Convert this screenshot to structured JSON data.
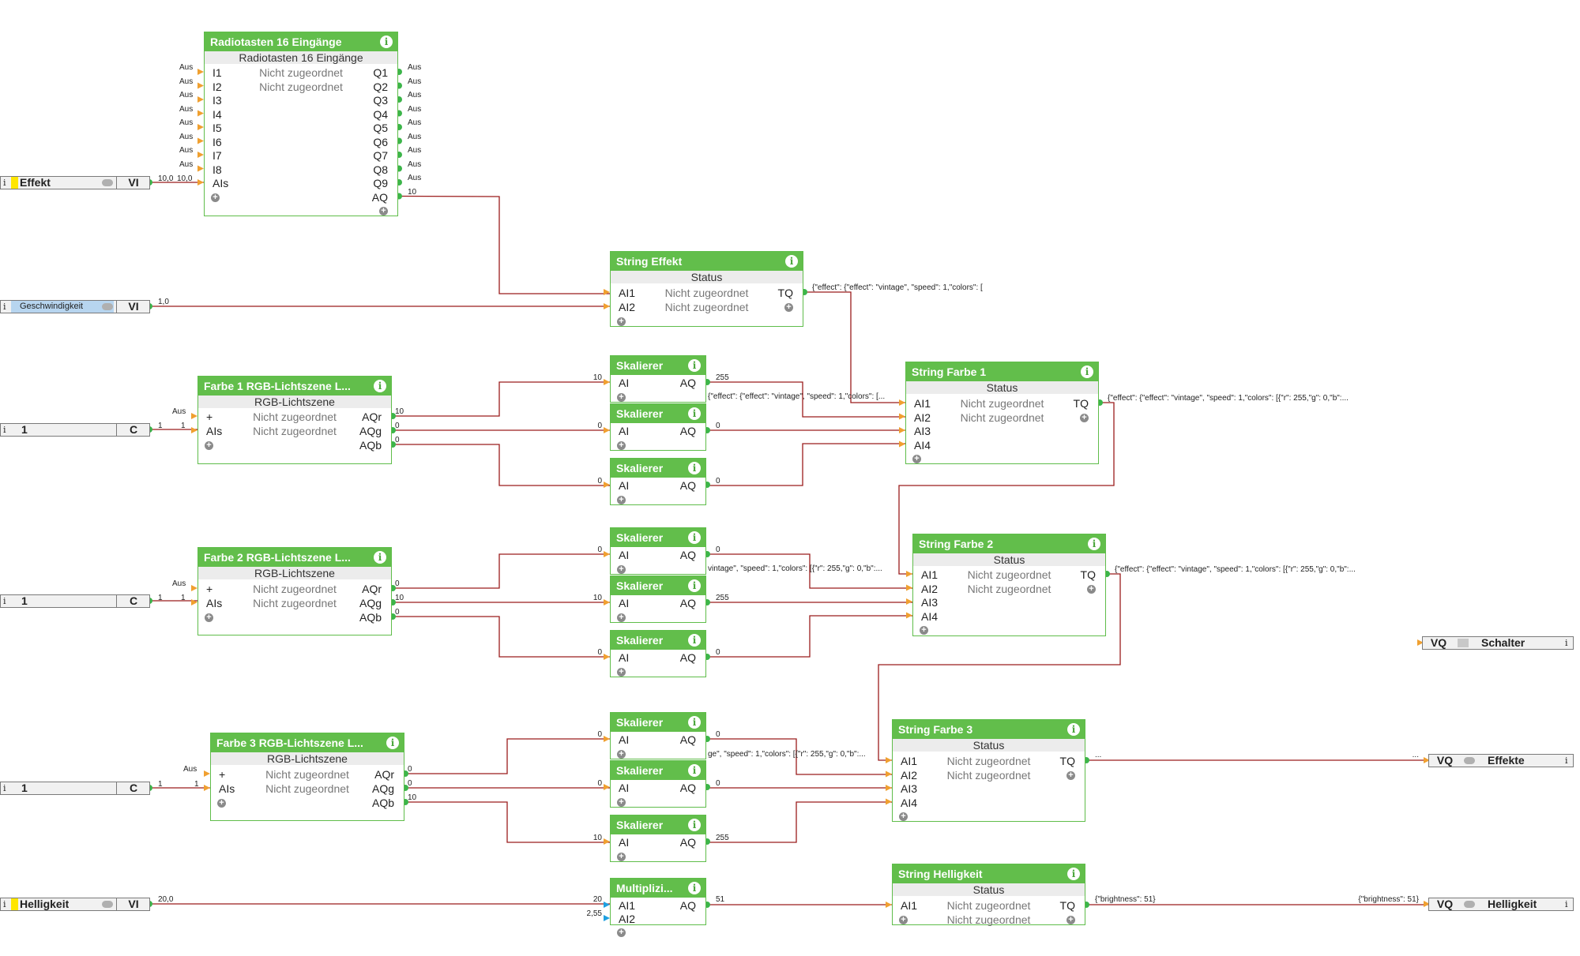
{
  "colors": {
    "accent": "#62be4b",
    "wire": "#9b1c1c",
    "header_text": "#ffffff",
    "yellow": "#ffe600",
    "blue": "#b7d5ef"
  },
  "blocks": {
    "radio": {
      "title": "Radiotasten 16 Eingänge",
      "subtitle": "Radiotasten 16 Eingänge",
      "inputs": [
        "I1",
        "I2",
        "I3",
        "I4",
        "I5",
        "I6",
        "I7",
        "I8",
        "AIs"
      ],
      "outputs": [
        "Q1",
        "Q2",
        "Q3",
        "Q4",
        "Q5",
        "Q6",
        "Q7",
        "Q8",
        "Q9",
        "AQ"
      ],
      "assign": [
        "Nicht zugeordnet",
        "Nicht zugeordnet"
      ]
    },
    "seffekt": {
      "title": "String Effekt",
      "subtitle": "Status",
      "inputs": [
        "AI1",
        "AI2"
      ],
      "outputs": [
        "TQ"
      ],
      "assign": [
        "Nicht zugeordnet",
        "Nicht zugeordnet"
      ]
    },
    "f1": {
      "title": "Farbe 1 RGB-Lichtszene L...",
      "subtitle": "RGB-Lichtszene",
      "inputs": [
        "+",
        "AIs"
      ],
      "outputs": [
        "AQr",
        "AQg",
        "AQb"
      ],
      "assign": [
        "Nicht zugeordnet",
        "Nicht zugeordnet"
      ]
    },
    "f2": {
      "title": "Farbe 2 RGB-Lichtszene L...",
      "subtitle": "RGB-Lichtszene",
      "inputs": [
        "+",
        "AIs"
      ],
      "outputs": [
        "AQr",
        "AQg",
        "AQb"
      ],
      "assign": [
        "Nicht zugeordnet",
        "Nicht zugeordnet"
      ]
    },
    "f3": {
      "title": "Farbe 3 RGB-Lichtszene L...",
      "subtitle": "RGB-Lichtszene",
      "inputs": [
        "+",
        "AIs"
      ],
      "outputs": [
        "AQr",
        "AQg",
        "AQb"
      ],
      "assign": [
        "Nicht zugeordnet",
        "Nicht zugeordnet"
      ]
    },
    "sf1": {
      "title": "String Farbe 1",
      "subtitle": "Status",
      "inputs": [
        "AI1",
        "AI2",
        "AI3",
        "AI4"
      ],
      "outputs": [
        "TQ"
      ],
      "assign": [
        "Nicht zugeordnet",
        "Nicht zugeordnet"
      ]
    },
    "sf2": {
      "title": "String Farbe 2",
      "subtitle": "Status",
      "inputs": [
        "AI1",
        "AI2",
        "AI3",
        "AI4"
      ],
      "outputs": [
        "TQ"
      ],
      "assign": [
        "Nicht zugeordnet",
        "Nicht zugeordnet"
      ]
    },
    "sf3": {
      "title": "String Farbe 3",
      "subtitle": "Status",
      "inputs": [
        "AI1",
        "AI2",
        "AI3",
        "AI4"
      ],
      "outputs": [
        "TQ"
      ],
      "assign": [
        "Nicht zugeordnet",
        "Nicht zugeordnet"
      ]
    },
    "shell": {
      "title": "String Helligkeit",
      "subtitle": "Status",
      "inputs": [
        "AI1"
      ],
      "outputs": [
        "TQ"
      ],
      "assign": [
        "Nicht zugeordnet",
        "Nicht zugeordnet"
      ]
    },
    "mult": {
      "title": "Multiplizi...",
      "inputs": [
        "AI1",
        "AI2"
      ],
      "outputs": [
        "AQ"
      ]
    },
    "skal": {
      "title": "Skalierer",
      "inputs": [
        "AI"
      ],
      "outputs": [
        "AQ"
      ]
    }
  },
  "inputs": {
    "effekt": {
      "label": "Effekt",
      "type": "VI"
    },
    "geschw": {
      "label": "Geschwindigkeit",
      "type": "VI"
    },
    "c1": {
      "label": "1",
      "type": "C"
    },
    "c2": {
      "label": "1",
      "type": "C"
    },
    "c3": {
      "label": "1",
      "type": "C"
    },
    "hell": {
      "label": "Helligkeit",
      "type": "VI"
    }
  },
  "outputs": {
    "schalter": {
      "type": "VQ",
      "label": "Schalter"
    },
    "effekte": {
      "type": "VQ",
      "label": "Effekte"
    },
    "helligkeit": {
      "type": "VQ",
      "label": "Helligkeit"
    }
  },
  "values": {
    "aus": "Aus",
    "effekt_val": "10,0",
    "effekt_val2": "10,0",
    "aq_radio": "10",
    "geschw_val": "1,0",
    "c_val": "1",
    "f1_out": [
      "10",
      "0",
      "0"
    ],
    "f2_out": [
      "0",
      "10",
      "0"
    ],
    "f3_out": [
      "0",
      "0",
      "10"
    ],
    "sk1": {
      "in": [
        "10",
        "0",
        "0"
      ],
      "out": [
        "255",
        "0",
        "0"
      ]
    },
    "sk2": {
      "in": [
        "0",
        "10",
        "0"
      ],
      "out": [
        "0",
        "255",
        "0"
      ]
    },
    "sk3": {
      "in": [
        "0",
        "0",
        "10"
      ],
      "out": [
        "0",
        "0",
        "255"
      ]
    },
    "hell_val": "20,0",
    "mult_in": [
      "20",
      "2,55"
    ],
    "mult_out": "51",
    "tq_effekt": "{\"effect\": {\"effect\": \"vintage\", \"speed\": 1,\"colors\": [",
    "tq_effekt_trunc": "{\"effect\": {\"effect\": \"vintage\", \"speed\": 1,\"colors\": [...",
    "tq_sf1": "{\"effect\": {\"effect\": \"vintage\", \"speed\": 1,\"colors\": [{\"r\": 255,\"g\": 0,\"b\":...",
    "tq_sf1_trunc": "vintage\", \"speed\": 1,\"colors\": [{\"r\": 255,\"g\": 0,\"b\":...",
    "tq_sf2": "{\"effect\": {\"effect\": \"vintage\", \"speed\": 1,\"colors\": [{\"r\": 255,\"g\": 0,\"b\":...",
    "tq_sf2_trunc": "ge\", \"speed\": 1,\"colors\": [{\"r\": 255,\"g\": 0,\"b\":...",
    "tq_sf3": "...",
    "tq_sf3_r": "...",
    "tq_hell": "{\"brightness\": 51}",
    "tq_hell_r": "{\"brightness\": 51}"
  }
}
